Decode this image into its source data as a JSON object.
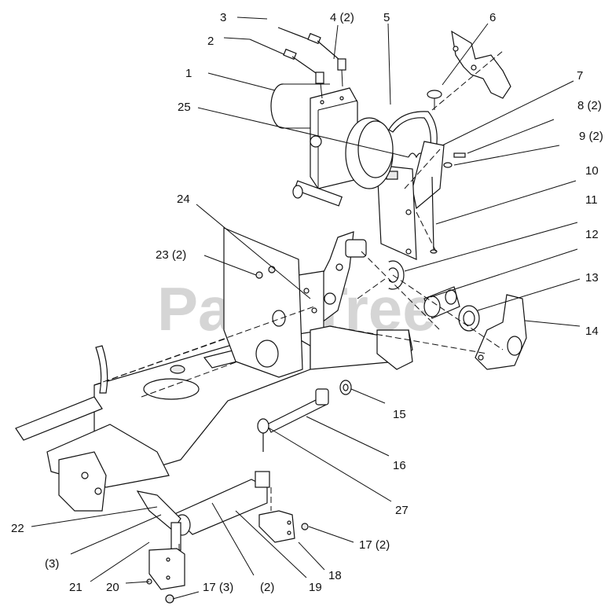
{
  "watermark": "PartsTree",
  "callouts": [
    {
      "id": "c3",
      "text": "3"
    },
    {
      "id": "c4",
      "text": "4 (2)"
    },
    {
      "id": "c5",
      "text": "5"
    },
    {
      "id": "c6",
      "text": "6"
    },
    {
      "id": "c2",
      "text": "2"
    },
    {
      "id": "c1",
      "text": "1"
    },
    {
      "id": "c7",
      "text": "7"
    },
    {
      "id": "c8",
      "text": "8 (2)"
    },
    {
      "id": "c9",
      "text": "9 (2)"
    },
    {
      "id": "c25",
      "text": "25"
    },
    {
      "id": "c10",
      "text": "10"
    },
    {
      "id": "c24",
      "text": "24"
    },
    {
      "id": "c11",
      "text": "11"
    },
    {
      "id": "c12",
      "text": "12"
    },
    {
      "id": "c23",
      "text": "23 (2)"
    },
    {
      "id": "c13",
      "text": "13"
    },
    {
      "id": "c14",
      "text": "14"
    },
    {
      "id": "c15",
      "text": "15"
    },
    {
      "id": "c16",
      "text": "16"
    },
    {
      "id": "c27",
      "text": "27"
    },
    {
      "id": "c22",
      "text": "22"
    },
    {
      "id": "c17a",
      "text": "17 (2)"
    },
    {
      "id": "c3b",
      "text": "(3)"
    },
    {
      "id": "c18",
      "text": "18"
    },
    {
      "id": "c21",
      "text": "21"
    },
    {
      "id": "c20",
      "text": "20"
    },
    {
      "id": "c17b",
      "text": "17 (3)"
    },
    {
      "id": "c2b",
      "text": "(2)"
    },
    {
      "id": "c19",
      "text": "19"
    }
  ]
}
